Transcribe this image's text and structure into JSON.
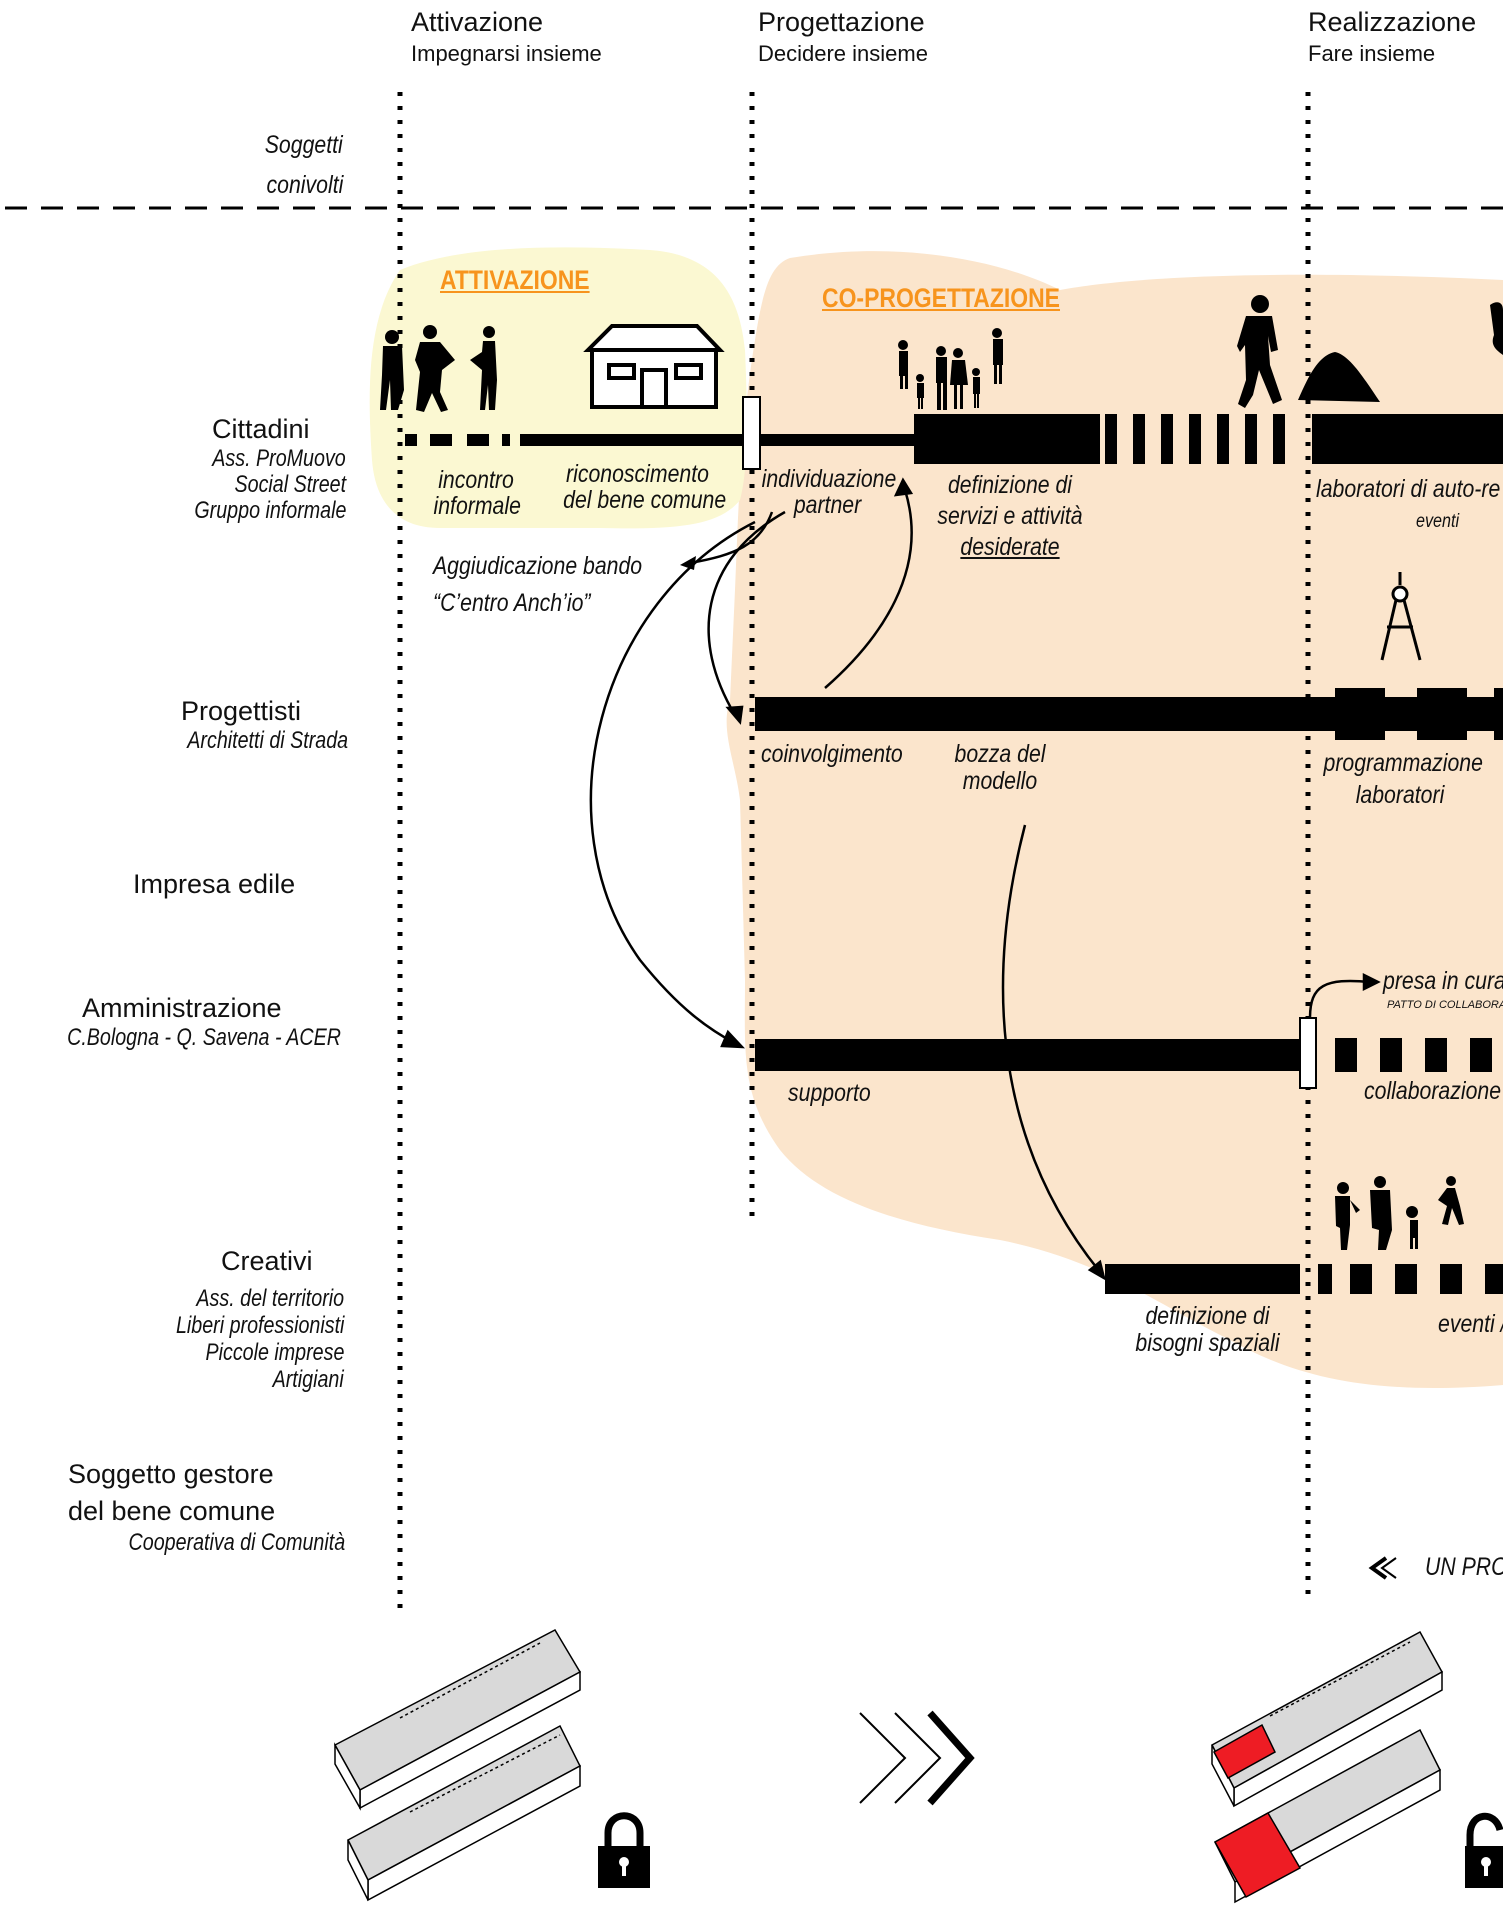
{
  "phases": [
    {
      "title": "Attivazione",
      "subtitle": "Impegnarsi insieme"
    },
    {
      "title": "Progettazione",
      "subtitle": "Decidere insieme"
    },
    {
      "title": "Realizzazione",
      "subtitle": "Fare insieme"
    }
  ],
  "header": {
    "soggetti_line1": "Soggetti",
    "soggetti_line2": "conivolti"
  },
  "stages": {
    "attivazione": "ATTIVAZIONE",
    "coprogettazione": "CO-PROGETTAZIONE"
  },
  "actors": {
    "cittadini": {
      "name": "Cittadini",
      "subs": [
        "Ass. ProMuovo",
        "Social Street",
        "Gruppo informale"
      ]
    },
    "progettisti": {
      "name": "Progettisti",
      "subs": [
        "Architetti di Strada"
      ]
    },
    "impresa": {
      "name": "Impresa edile"
    },
    "amministrazione": {
      "name": "Amministrazione",
      "subs": [
        "C.Bologna - Q. Savena - ACER"
      ]
    },
    "creativi": {
      "name": "Creativi",
      "subs": [
        "Ass. del territorio",
        "Liberi professionisti",
        "Piccole imprese",
        "Artigiani"
      ]
    },
    "gestore": {
      "name_line1": "Soggetto gestore",
      "name_line2": "del bene comune",
      "subs": [
        "Cooperativa di Comunità"
      ]
    }
  },
  "labels": {
    "incontro": [
      "incontro",
      "informale"
    ],
    "riconoscimento": [
      "riconoscimento",
      "del bene comune"
    ],
    "individuazione": [
      "individuazione",
      "partner"
    ],
    "definizione_servizi": [
      "definizione di",
      "servizi e attività",
      "desiderate"
    ],
    "laboratori": [
      "laboratori di auto-re",
      "eventi"
    ],
    "bando": [
      "Aggiudicazione bando",
      "“C’entro Anch’io”"
    ],
    "coinvolgimento": "coinvolgimento",
    "bozza": [
      "bozza del",
      "modello"
    ],
    "programmazione": [
      "programmazione",
      "laboratori"
    ],
    "presa_in_cura": "presa in cura",
    "patto": "PATTO DI COLLABORAZ",
    "supporto": "supporto",
    "collaborazione": "collaborazione",
    "definizione_bisogni": [
      "definizione di",
      "bisogni spaziali"
    ],
    "eventi_creativi": "eventi /",
    "un_proc": "UN PROC"
  },
  "colors": {
    "activation_bg": "#fbf8d2",
    "coprog_bg": "#fbe5cc",
    "accent": "#f7941d",
    "ink": "#000000",
    "highlight_red": "#ee1c24"
  },
  "icons": [
    "people-silhouettes-icon",
    "house-icon",
    "family-silhouettes-icon",
    "walking-man-icon",
    "compass-icon",
    "children-silhouettes-icon",
    "double-chevron-icon",
    "padlock-closed-icon",
    "padlock-open-icon",
    "building-axonometric-icon"
  ]
}
